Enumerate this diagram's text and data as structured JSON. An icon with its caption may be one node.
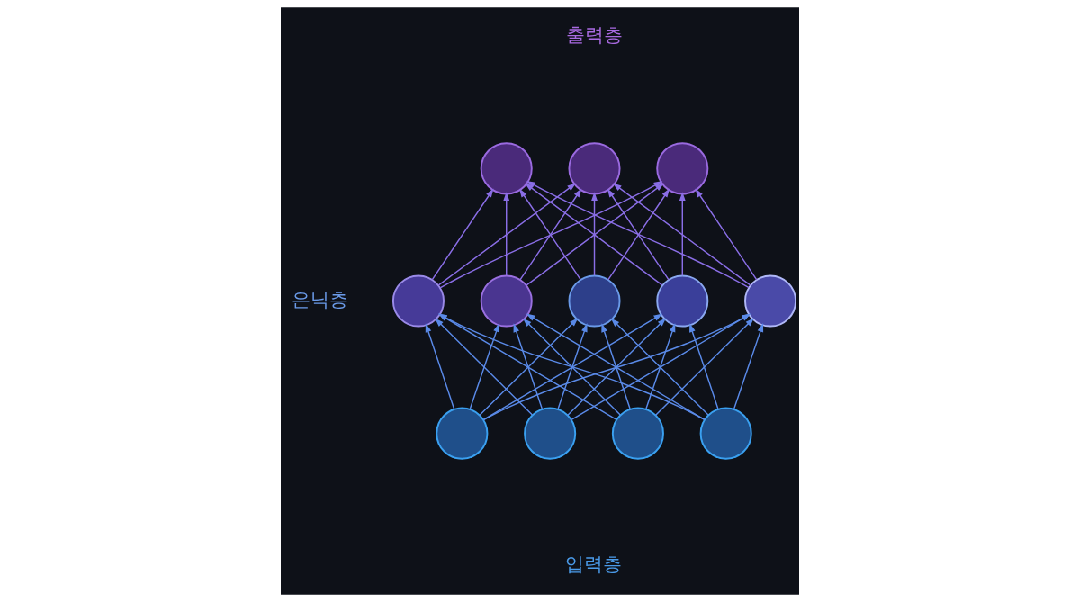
{
  "diagram": {
    "nodes": [
      {
        "text": [],
        "shape": "circle"
      },
      {
        "text": [],
        "shape": "circle"
      },
      {
        "text": [],
        "shape": "circle"
      },
      {
        "text": [],
        "shape": "circle"
      },
      {
        "text": [],
        "shape": "circle"
      },
      {
        "text": [],
        "shape": "circle"
      },
      {
        "text": [],
        "shape": "circle"
      },
      {
        "text": [],
        "shape": "circle"
      },
      {
        "text": [],
        "shape": "circle"
      },
      {
        "text": [],
        "shape": "circle"
      },
      {
        "text": [],
        "shape": "circle"
      },
      {
        "text": [],
        "shape": "circle"
      }
    ],
    "edges": [
      {
        "from": 8,
        "to": 3,
        "arrow": "to"
      },
      {
        "from": 8,
        "to": 4,
        "arrow": "to"
      },
      {
        "from": 8,
        "to": 5,
        "arrow": "to"
      },
      {
        "from": 8,
        "to": 6,
        "arrow": "to"
      },
      {
        "from": 8,
        "to": 7,
        "arrow": "to"
      },
      {
        "from": 9,
        "to": 3,
        "arrow": "to"
      },
      {
        "from": 9,
        "to": 4,
        "arrow": "to"
      },
      {
        "from": 9,
        "to": 5,
        "arrow": "to"
      },
      {
        "from": 9,
        "to": 6,
        "arrow": "to"
      },
      {
        "from": 9,
        "to": 7,
        "arrow": "to"
      },
      {
        "from": 10,
        "to": 3,
        "arrow": "to"
      },
      {
        "from": 10,
        "to": 4,
        "arrow": "to"
      },
      {
        "from": 10,
        "to": 5,
        "arrow": "to"
      },
      {
        "from": 10,
        "to": 6,
        "arrow": "to"
      },
      {
        "from": 10,
        "to": 7,
        "arrow": "to"
      },
      {
        "from": 11,
        "to": 3,
        "arrow": "to"
      },
      {
        "from": 11,
        "to": 4,
        "arrow": "to"
      },
      {
        "from": 11,
        "to": 5,
        "arrow": "to"
      },
      {
        "from": 11,
        "to": 6,
        "arrow": "to"
      },
      {
        "from": 11,
        "to": 7,
        "arrow": "to"
      },
      {
        "from": 3,
        "to": 0,
        "arrow": "to",
        "color": "#8a6ee6"
      },
      {
        "from": 3,
        "to": 1,
        "arrow": "to",
        "color": "#8a6ee6"
      },
      {
        "from": 3,
        "to": 2,
        "arrow": "to",
        "color": "#8a6ee6"
      },
      {
        "from": 4,
        "to": 0,
        "arrow": "to",
        "color": "#8a6ee6"
      },
      {
        "from": 4,
        "to": 1,
        "arrow": "to",
        "color": "#8a6ee6"
      },
      {
        "from": 4,
        "to": 2,
        "arrow": "to",
        "color": "#8a6ee6"
      },
      {
        "from": 5,
        "to": 0,
        "arrow": "to",
        "color": "#8a6ee6"
      },
      {
        "from": 5,
        "to": 1,
        "arrow": "to",
        "color": "#8a6ee6"
      },
      {
        "from": 5,
        "to": 2,
        "arrow": "to",
        "color": "#8a6ee6"
      },
      {
        "from": 6,
        "to": 0,
        "arrow": "to",
        "color": "#8a6ee6"
      },
      {
        "from": 6,
        "to": 1,
        "arrow": "to",
        "color": "#8a6ee6"
      },
      {
        "from": 6,
        "to": 2,
        "arrow": "to",
        "color": "#8a6ee6"
      },
      {
        "from": 7,
        "to": 0,
        "arrow": "to",
        "color": "#8a6ee6"
      },
      {
        "from": 7,
        "to": 1,
        "arrow": "to",
        "color": "#8a6ee6"
      },
      {
        "from": 7,
        "to": 2,
        "arrow": "to",
        "color": "#8a6ee6"
      }
    ],
    "labels": [
      "출력층",
      "은닉층",
      "입력층"
    ]
  }
}
